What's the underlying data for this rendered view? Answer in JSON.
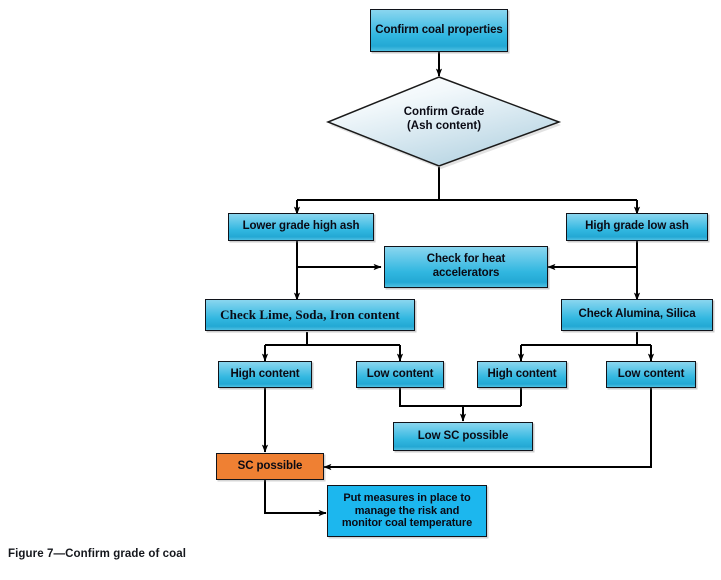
{
  "figure": {
    "caption": "Figure 7—Confirm grade of coal",
    "background_color": "#ffffff",
    "line_color": "#000000",
    "accent_blue": "#31b7e0",
    "accent_orange": "#ef8033",
    "flat_cyan": "#1cb7ee",
    "diamond_fill_top": "#fdfeff",
    "diamond_fill_bottom": "#bcd9e6"
  },
  "nodes": {
    "start": {
      "label": "Confirm coal properties",
      "shape": "rectangle",
      "color": "#31b7e0"
    },
    "decision": {
      "line1": "Confirm Grade",
      "line2": "(Ash content)",
      "shape": "diamond",
      "color": "#cfe4ee"
    },
    "lower_grade": {
      "label": "Lower grade high ash",
      "shape": "rectangle",
      "color": "#31b7e0"
    },
    "high_grade": {
      "label": "High grade low ash",
      "shape": "rectangle",
      "color": "#31b7e0"
    },
    "heat_accel": {
      "line1": "Check for heat",
      "line2": "accelerators",
      "shape": "rectangle",
      "color": "#31b7e0"
    },
    "check_lime": {
      "label": "Check Lime, Soda, Iron content",
      "shape": "rectangle",
      "color": "#31b7e0"
    },
    "check_alumina": {
      "label": "Check Alumina, Silica",
      "shape": "rectangle",
      "color": "#31b7e0"
    },
    "left_high": {
      "label": "High content",
      "shape": "rectangle",
      "color": "#31b7e0"
    },
    "left_low": {
      "label": "Low content",
      "shape": "rectangle",
      "color": "#31b7e0"
    },
    "right_high": {
      "label": "High content",
      "shape": "rectangle",
      "color": "#31b7e0"
    },
    "right_low": {
      "label": "Low content",
      "shape": "rectangle",
      "color": "#31b7e0"
    },
    "low_sc": {
      "label": "Low SC possible",
      "shape": "rectangle",
      "color": "#31b7e0"
    },
    "sc_possible": {
      "label": "SC possible",
      "shape": "rectangle",
      "color": "#ef8033"
    },
    "measures": {
      "line1": "Put measures in place to",
      "line2": "manage the risk and",
      "line3": "monitor coal temperature",
      "shape": "rectangle",
      "color": "#1cb7ee"
    }
  },
  "edges": [
    {
      "from": "start",
      "to": "decision",
      "arrow": true
    },
    {
      "from": "decision",
      "to": "lower_grade",
      "arrow": true
    },
    {
      "from": "decision",
      "to": "high_grade",
      "arrow": true
    },
    {
      "from": "lower_grade",
      "to": "heat_accel",
      "arrow": true
    },
    {
      "from": "lower_grade",
      "to": "check_lime",
      "arrow": true
    },
    {
      "from": "high_grade",
      "to": "heat_accel",
      "arrow": true
    },
    {
      "from": "high_grade",
      "to": "check_alumina",
      "arrow": true
    },
    {
      "from": "check_lime",
      "to": "left_high",
      "arrow": true
    },
    {
      "from": "check_lime",
      "to": "left_low",
      "arrow": true
    },
    {
      "from": "check_alumina",
      "to": "right_high",
      "arrow": true
    },
    {
      "from": "check_alumina",
      "to": "right_low",
      "arrow": true
    },
    {
      "from": "left_low",
      "to": "low_sc",
      "arrow": true
    },
    {
      "from": "right_high",
      "to": "low_sc",
      "arrow": true
    },
    {
      "from": "left_high",
      "to": "sc_possible",
      "arrow": true
    },
    {
      "from": "right_low",
      "to": "sc_possible",
      "arrow": true
    },
    {
      "from": "sc_possible",
      "to": "measures",
      "arrow": true
    }
  ]
}
